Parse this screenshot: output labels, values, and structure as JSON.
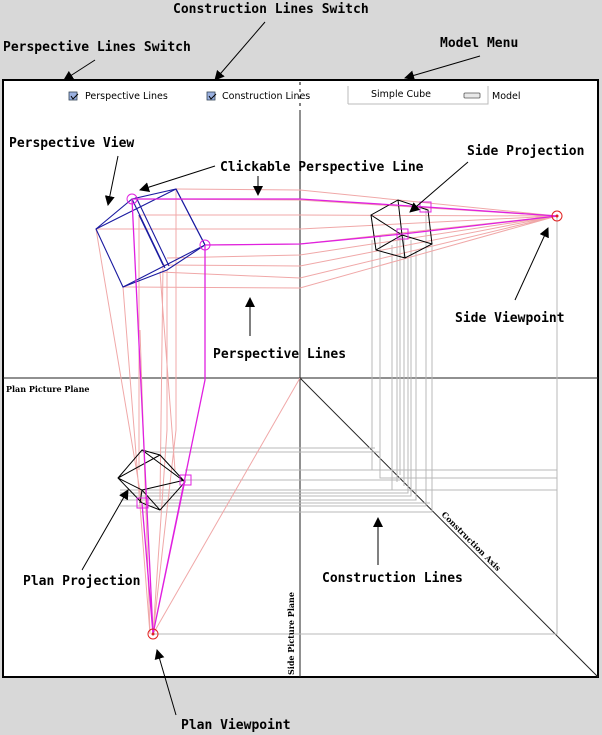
{
  "toolbar": {
    "perspective_checkbox": {
      "label": "Perspective Lines",
      "checked": true
    },
    "construction_checkbox": {
      "label": "Construction Lines",
      "checked": true
    },
    "model_menu": {
      "selected": "Simple Cube",
      "label": "Model"
    }
  },
  "canvas_labels": {
    "plan_picture_plane": "Plan Picture Plane",
    "side_picture_plane": "Side Picture Plane",
    "construction_axis": "Construction Axis"
  },
  "annotations": {
    "construction_lines_switch": "Construction Lines Switch",
    "perspective_lines_switch": "Perspective Lines Switch",
    "model_menu": "Model Menu",
    "perspective_view": "Perspective View",
    "clickable_perspective_line": "Clickable Perspective Line",
    "side_projection": "Side Projection",
    "side_viewpoint": "Side Viewpoint",
    "perspective_lines": "Perspective Lines",
    "plan_projection": "Plan Projection",
    "construction_lines": "Construction Lines",
    "plan_viewpoint": "Plan Viewpoint"
  },
  "colors": {
    "perspective_line": "#e020e0",
    "perspective_cube": "#1a1aa0",
    "viewpoint": "#e02020",
    "pink_lines": "#f0a8a8",
    "construction": "#b8b8b8"
  }
}
